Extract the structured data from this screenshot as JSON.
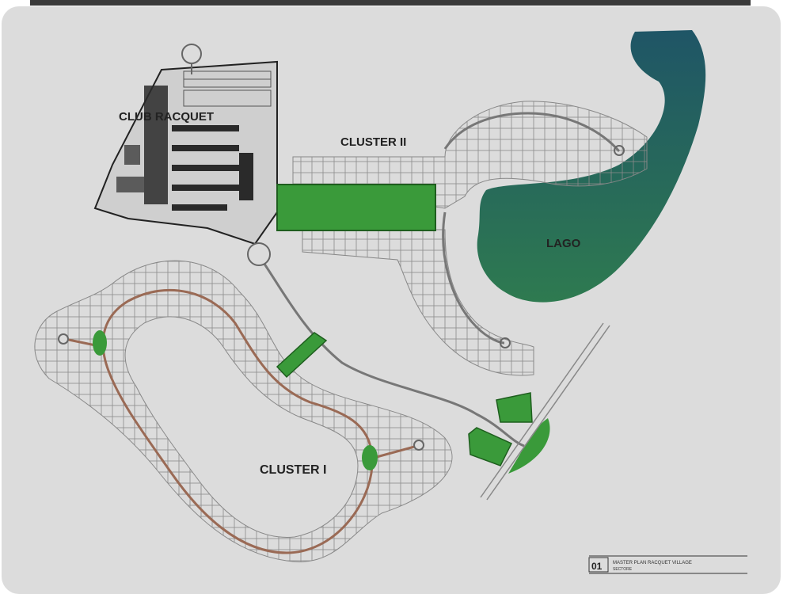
{
  "labels": {
    "club": "CLUB RACQUET",
    "cluster2": "CLUSTER II",
    "lake": "LAGO",
    "cluster1": "CLUSTER I"
  },
  "title_block": {
    "number": "01",
    "title": "MASTER PLAN RACQUET VILLAGE",
    "subtitle": "SECTORE"
  },
  "colors": {
    "background": "#dcdcdc",
    "lake_top": "#1f5566",
    "lake_bottom": "#2f7a4f",
    "green_area": "#3a9a3a",
    "road_brown": "#9a6a55",
    "lines": "#777777"
  }
}
